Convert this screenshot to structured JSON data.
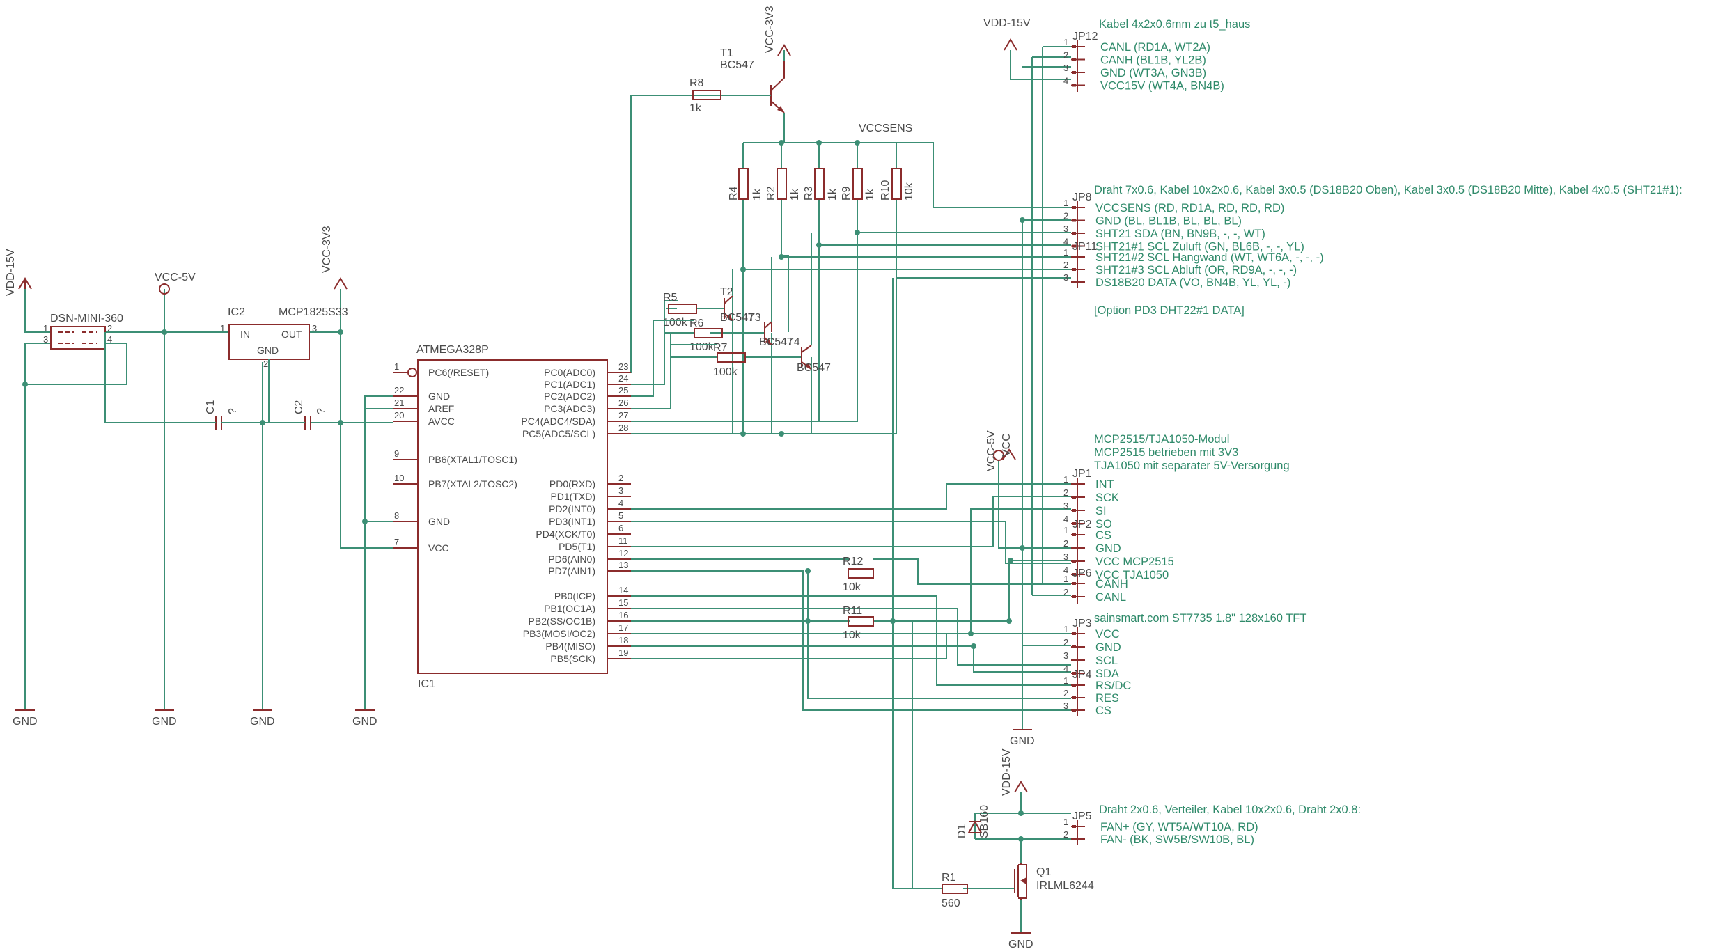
{
  "parts": {
    "dsn": "DSN-MINI-360",
    "ic2_name": "IC2",
    "ic2_value": "MCP1825S33",
    "ic2_in": "IN",
    "ic2_out": "OUT",
    "ic2_gnd": "GND",
    "ic1_value": "ATMEGA328P",
    "ic1_name": "IC1",
    "c1": "C1",
    "c2": "C2",
    "cap_value": "?",
    "t1": "T1",
    "t1_value": "BC547",
    "r8": "R8",
    "r8_value": "1k",
    "t2": "T2",
    "t2_value": "BC547",
    "t3": "T3",
    "t3_value": "BC547",
    "t4": "T4",
    "t4_value": "BC547",
    "r5": "R5",
    "r6": "R6",
    "r7": "R7",
    "r5_value": "100k",
    "r6_value": "100k",
    "r7_value": "100k",
    "r4": "R4",
    "r2": "R2",
    "r3": "R3",
    "r9": "R9",
    "r10": "R10",
    "r1k": "1k",
    "r10_value": "10k",
    "r12": "R12",
    "r11": "R11",
    "r11_value": "10k",
    "r12_value": "10k",
    "r1": "R1",
    "r1_value": "560",
    "d1": "D1",
    "d1_value": "SB160",
    "q1": "Q1",
    "q1_value": "IRLML6244"
  },
  "nets": {
    "vdd15": "VDD-15V",
    "vcc5": "VCC-5V",
    "vcc3v3": "VCC-3V3",
    "gnd": "GND",
    "vccsens": "VCCSENS",
    "vcc": "VCC"
  },
  "mcu_left": [
    {
      "num": "1",
      "name": "PC6(/RESET)"
    },
    {
      "num": "22",
      "name": "GND"
    },
    {
      "num": "21",
      "name": "AREF"
    },
    {
      "num": "20",
      "name": "AVCC"
    },
    {
      "num": "9",
      "name": "PB6(XTAL1/TOSC1)"
    },
    {
      "num": "10",
      "name": "PB7(XTAL2/TOSC2)"
    },
    {
      "num": "8",
      "name": "GND"
    },
    {
      "num": "7",
      "name": "VCC"
    }
  ],
  "mcu_right": [
    {
      "num": "23",
      "name": "PC0(ADC0)"
    },
    {
      "num": "24",
      "name": "PC1(ADC1)"
    },
    {
      "num": "25",
      "name": "PC2(ADC2)"
    },
    {
      "num": "26",
      "name": "PC3(ADC3)"
    },
    {
      "num": "27",
      "name": "PC4(ADC4/SDA)"
    },
    {
      "num": "28",
      "name": "PC5(ADC5/SCL)"
    },
    {
      "num": "2",
      "name": "PD0(RXD)"
    },
    {
      "num": "3",
      "name": "PD1(TXD)"
    },
    {
      "num": "4",
      "name": "PD2(INT0)"
    },
    {
      "num": "5",
      "name": "PD3(INT1)"
    },
    {
      "num": "6",
      "name": "PD4(XCK/T0)"
    },
    {
      "num": "11",
      "name": "PD5(T1)"
    },
    {
      "num": "12",
      "name": "PD6(AIN0)"
    },
    {
      "num": "13",
      "name": "PD7(AIN1)"
    },
    {
      "num": "14",
      "name": "PB0(ICP)"
    },
    {
      "num": "15",
      "name": "PB1(OC1A)"
    },
    {
      "num": "16",
      "name": "PB2(SS/OC1B)"
    },
    {
      "num": "17",
      "name": "PB3(MOSI/OC2)"
    },
    {
      "num": "18",
      "name": "PB4(MISO)"
    },
    {
      "num": "19",
      "name": "PB5(SCK)"
    }
  ],
  "connectors": [
    {
      "name": "JP12",
      "lines": [
        "CANL (RD1A, WT2A)",
        "CANH (BL1B, YL2B)",
        "GND (WT3A, GN3B)",
        "VCC15V (WT4A, BN4B)"
      ]
    },
    {
      "name": "JP8",
      "lines": [
        "VCCSENS (RD, RD1A, RD, RD, RD)",
        "GND (BL, BL1B, BL, BL, BL)",
        "SHT21 SDA (BN, BN9B, -, -, WT)",
        "SHT21#1 SCL Zuluft (GN, BL6B, -, -, YL)"
      ]
    },
    {
      "name": "JP11",
      "lines": [
        "SHT21#2 SCL Hangwand (WT, WT6A, -, -, -)",
        "SHT21#3 SCL Abluft (OR, RD9A, -, -, -)",
        "DS18B20 DATA (VO, BN4B, YL, YL, -)"
      ]
    },
    {
      "name": "JP1",
      "lines": [
        "INT",
        "SCK",
        "SI",
        "SO"
      ]
    },
    {
      "name": "JP2",
      "lines": [
        "CS",
        "GND",
        "VCC MCP2515",
        "VCC TJA1050"
      ]
    },
    {
      "name": "JP6",
      "lines": [
        "CANH",
        "CANL"
      ]
    },
    {
      "name": "JP3",
      "lines": [
        "VCC",
        "GND",
        "SCL",
        "SDA"
      ]
    },
    {
      "name": "JP4",
      "lines": [
        "RS/DC",
        "RES",
        "CS"
      ]
    },
    {
      "name": "JP5",
      "lines": [
        "FAN+ (GY, WT5A/WT10A, RD)",
        "FAN-  (BK, SW5B/SW10B, BL)"
      ]
    }
  ],
  "notes": {
    "jp12": "Kabel 4x2x0.6mm zu t5_haus",
    "jp8": "Draht 7x0.6, Kabel 10x2x0.6, Kabel 3x0.5 (DS18B20 Oben), Kabel 3x0.5 (DS18B20 Mitte), Kabel 4x0.5 (SHT21#1):",
    "option": "[Option PD3 DHT22#1 DATA]",
    "mcp1": "MCP2515/TJA1050-Modul",
    "mcp2": "MCP2515 betrieben mit 3V3",
    "mcp3": "TJA1050 mit separater 5V-Versorgung",
    "tft": "sainsmart.com ST7735 1.8\" 128x160 TFT",
    "fan": "Draht 2x0.6, Verteiler, Kabel 10x2x0.6, Draht 2x0.8:"
  }
}
